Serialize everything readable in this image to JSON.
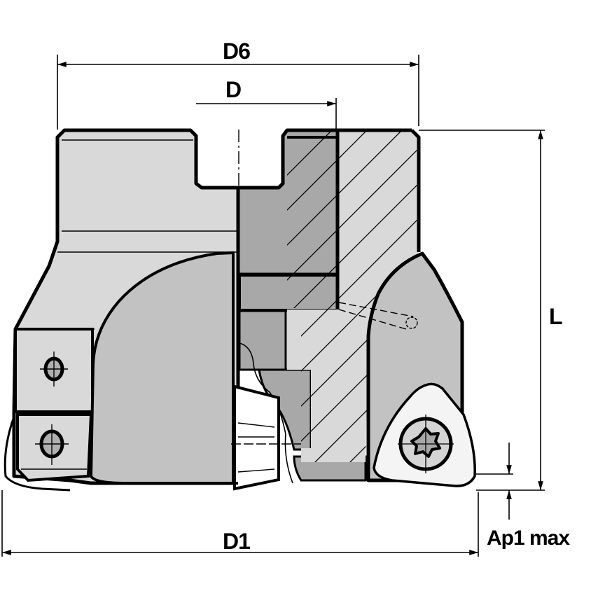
{
  "figure": {
    "type": "technical-drawing",
    "subject": "face milling cutter with triangular insert, half cross-section",
    "colors": {
      "background": "#ffffff",
      "outline": "#000000",
      "body_light": "#d9d9d9",
      "body_mid": "#c2c2c2",
      "body_dark": "#a8a8a8",
      "insert": "#f4f4f4"
    }
  },
  "dimensions": {
    "d6": {
      "label": "D6"
    },
    "d": {
      "label": "D"
    },
    "l": {
      "label": "L"
    },
    "d1": {
      "label": "D1"
    },
    "ap1_max": {
      "label": "Ap1 max"
    }
  }
}
